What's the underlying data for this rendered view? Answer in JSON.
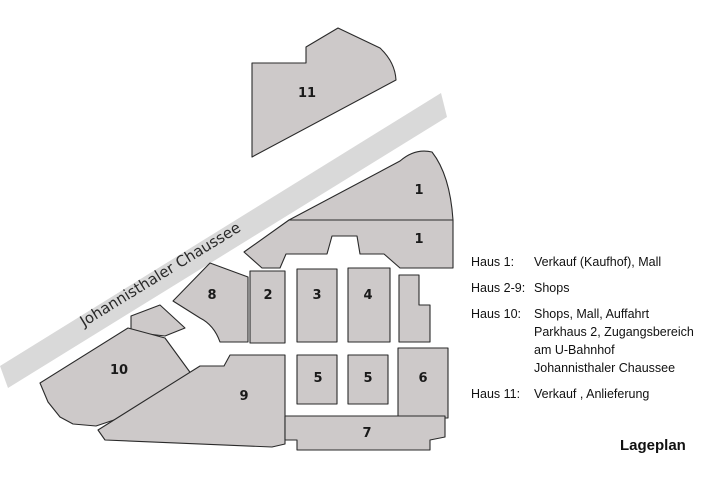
{
  "road": {
    "label": "Johannisthaler Chaussee"
  },
  "buildings": [
    {
      "id": "b11",
      "label": "11"
    },
    {
      "id": "b1a",
      "label": "1"
    },
    {
      "id": "b1b",
      "label": "1"
    },
    {
      "id": "b8",
      "label": "8"
    },
    {
      "id": "b2",
      "label": "2"
    },
    {
      "id": "b3",
      "label": "3"
    },
    {
      "id": "b4",
      "label": "4"
    },
    {
      "id": "b10",
      "label": "10"
    },
    {
      "id": "b9",
      "label": "9"
    },
    {
      "id": "b5a",
      "label": "5"
    },
    {
      "id": "b5b",
      "label": "5"
    },
    {
      "id": "b6",
      "label": "6"
    },
    {
      "id": "b7",
      "label": "7"
    }
  ],
  "legend": [
    {
      "key": "Haus 1:",
      "lines": [
        "Verkauf (Kaufhof), Mall"
      ]
    },
    {
      "key": "Haus 2-9:",
      "lines": [
        "Shops"
      ]
    },
    {
      "key": "Haus 10:",
      "lines": [
        "Shops, Mall, Auffahrt",
        "Parkhaus 2, Zugangsbereich",
        "am U-Bahnhof",
        "Johannisthaler Chaussee"
      ]
    },
    {
      "key": "Haus 11:",
      "lines": [
        "Verkauf , Anlieferung"
      ]
    }
  ],
  "title": "Lageplan",
  "colors": {
    "building_fill": "#cdc9c9",
    "building_stroke": "#2a2a2a",
    "road": "#d9d9d9",
    "background": "#ffffff"
  }
}
